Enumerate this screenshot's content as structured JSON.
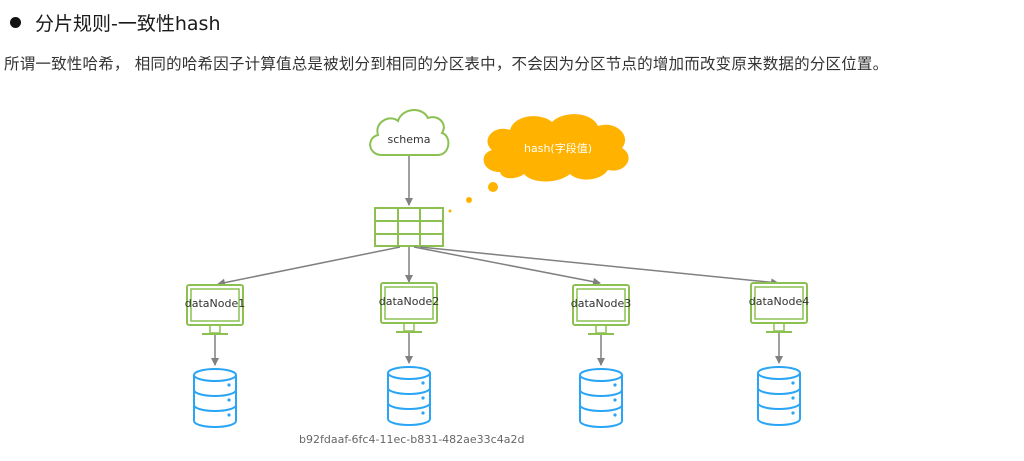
{
  "heading": {
    "bullet_icon": "filled-circle-bullet",
    "title": "分片规则-一致性hash"
  },
  "description": "所谓一致性哈希， 相同的哈希因子计算值总是被划分到相同的分区表中，不会因为分区节点的增加而改变原来数据的分区位置。",
  "diagram": {
    "schema_label": "schema",
    "hash_label": "hash(字段值)",
    "colors": {
      "green": "#8cc152",
      "orange": "#ffb300",
      "blue": "#2aa5f5",
      "arrow": "#808080"
    },
    "nodes": [
      {
        "label": "dataNode1"
      },
      {
        "label": "dataNode2"
      },
      {
        "label": "dataNode3"
      },
      {
        "label": "dataNode4"
      }
    ]
  },
  "watermark": "b92fdaaf-6fc4-11ec-b831-482ae33c4a2d"
}
